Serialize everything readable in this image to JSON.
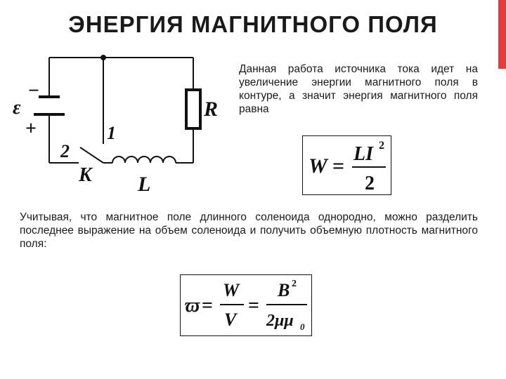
{
  "title": "ЭНЕРГИЯ МАГНИТНОГО ПОЛЯ",
  "paragraph1": "Данная работа источника тока идет на увеличение энергии магнитного поля в контуре, а значит энергия магнитного поля равна",
  "paragraph2": "Учитывая, что магнитное поле длинного соленоида однородно, можно разделить последнее выражение на объем соленоида и получить объемную плотность магнитного поля:",
  "circuit": {
    "emf_label": "ε",
    "minus": "−",
    "plus": "+",
    "resistor_label": "R",
    "switch_label": "K",
    "inductor_label": "L",
    "contact1_label": "1",
    "contact2_label": "2"
  },
  "formula1": {
    "lhs": "W",
    "equals": "=",
    "numerator": "LI",
    "numerator_exp": "2",
    "denominator": "2"
  },
  "formula2": {
    "lhs": "ϖ",
    "eq1": "=",
    "frac1_num": "W",
    "frac1_den": "V",
    "eq2": "=",
    "frac2_num": "B",
    "frac2_num_exp": "2",
    "frac2_den": "2μμ",
    "frac2_den_sub": "0"
  },
  "colors": {
    "accent": "#e23c3c",
    "text": "#1a1a1a"
  }
}
